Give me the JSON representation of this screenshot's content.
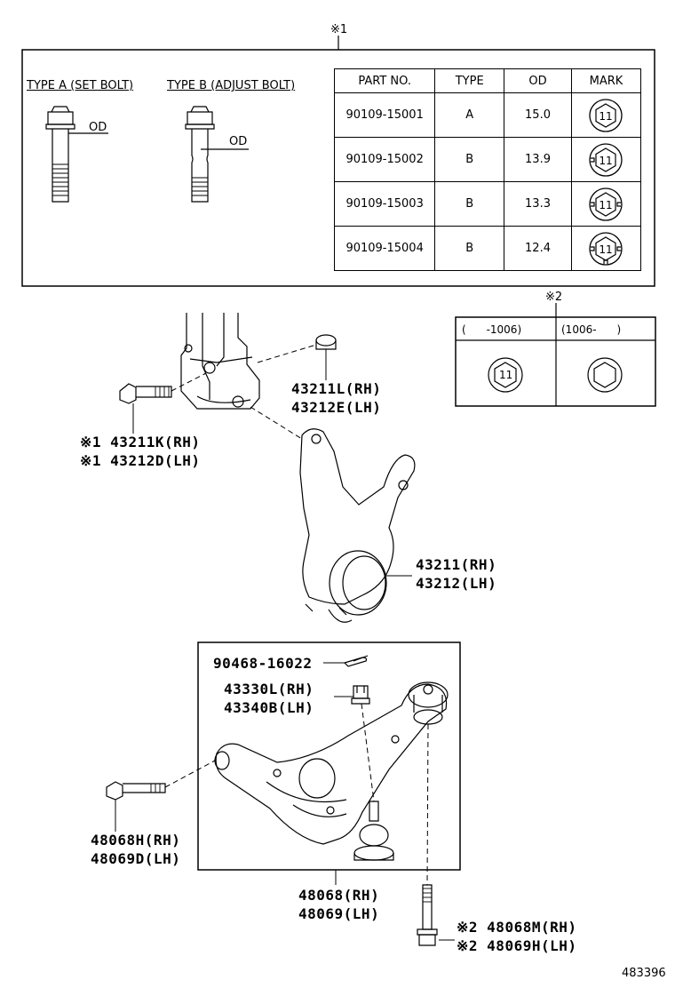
{
  "note_top": "※1",
  "type_a_label": "TYPE A (SET BOLT)",
  "type_b_label": "TYPE B (ADJUST BOLT)",
  "od_label": "OD",
  "table": {
    "headers": [
      "PART NO.",
      "TYPE",
      "OD",
      "MARK"
    ],
    "rows": [
      {
        "part_no": "90109-15001",
        "type": "A",
        "od": "15.0",
        "mark": "11"
      },
      {
        "part_no": "90109-15002",
        "type": "B",
        "od": "13.9",
        "mark": "11"
      },
      {
        "part_no": "90109-15003",
        "type": "B",
        "od": "13.3",
        "mark": "11"
      },
      {
        "part_no": "90109-15004",
        "type": "B",
        "od": "12.4",
        "mark": "11"
      }
    ]
  },
  "note2": "※2",
  "date_table": {
    "col1": "(      -1006)",
    "col2": "(1006-      )",
    "mark": "11"
  },
  "parts": {
    "p43211L": "43211L(RH)",
    "p43212E": "43212E(LH)",
    "p43211K": "※1 43211K(RH)",
    "p43212D": "※1 43212D(LH)",
    "p43211": "43211(RH)",
    "p43212": "43212(LH)",
    "p90468": "90468-16022",
    "p43330L": "43330L(RH)",
    "p43340B": "43340B(LH)",
    "p48068H": "48068H(RH)",
    "p48069D": "48069D(LH)",
    "p48068": "48068(RH)",
    "p48069": "48069(LH)",
    "p48068M": "※2 48068M(RH)",
    "p48069H": "※2 48069H(LH)"
  },
  "diagram_id": "483396"
}
